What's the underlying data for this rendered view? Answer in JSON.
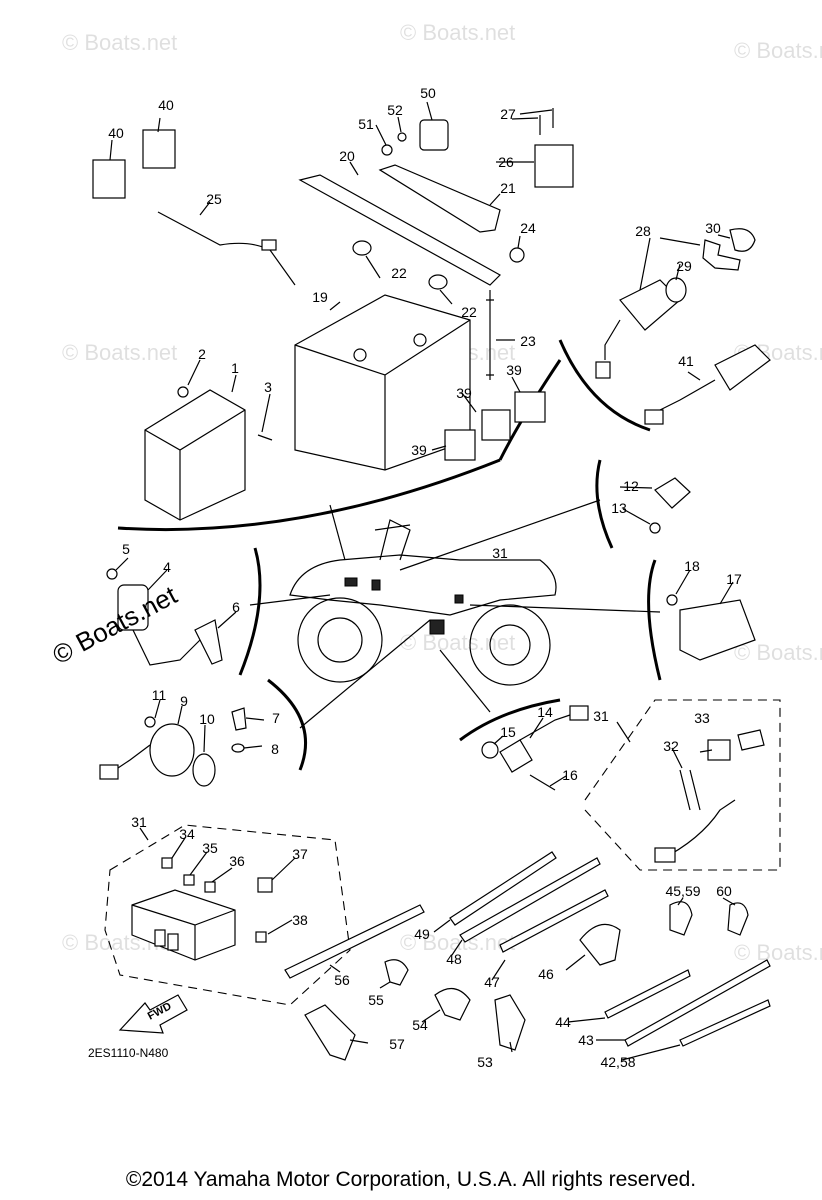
{
  "watermark": "© Boats.net",
  "callouts": {
    "c1": "1",
    "c2": "2",
    "c3": "3",
    "c4": "4",
    "c5": "5",
    "c6": "6",
    "c7": "7",
    "c8": "8",
    "c9": "9",
    "c10": "10",
    "c11": "11",
    "c12": "12",
    "c13": "13",
    "c14": "14",
    "c15": "15",
    "c16": "16",
    "c17": "17",
    "c18": "18",
    "c19": "19",
    "c20": "20",
    "c21": "21",
    "c22a": "22",
    "c22b": "22",
    "c23": "23",
    "c24": "24",
    "c25": "25",
    "c26": "26",
    "c27": "27",
    "c28": "28",
    "c29": "29",
    "c30": "30",
    "c31a": "31",
    "c31b": "31",
    "c31c": "31",
    "c32": "32",
    "c33": "33",
    "c34": "34",
    "c35": "35",
    "c36": "36",
    "c37": "37",
    "c38": "38",
    "c39a": "39",
    "c39b": "39",
    "c39c": "39",
    "c40a": "40",
    "c40b": "40",
    "c41": "41",
    "c42_58": "42,58",
    "c43": "43",
    "c44": "44",
    "c45_59": "45,59",
    "c46": "46",
    "c47": "47",
    "c48": "48",
    "c49": "49",
    "c50": "50",
    "c51": "51",
    "c52": "52",
    "c53": "53",
    "c54": "54",
    "c55": "55",
    "c56": "56",
    "c57": "57",
    "c60": "60"
  },
  "fwd_label": "FWD",
  "diagram_code": "2ES1110-N480",
  "copyright": "©2014 Yamaha Motor Corporation, U.S.A. All rights reserved."
}
